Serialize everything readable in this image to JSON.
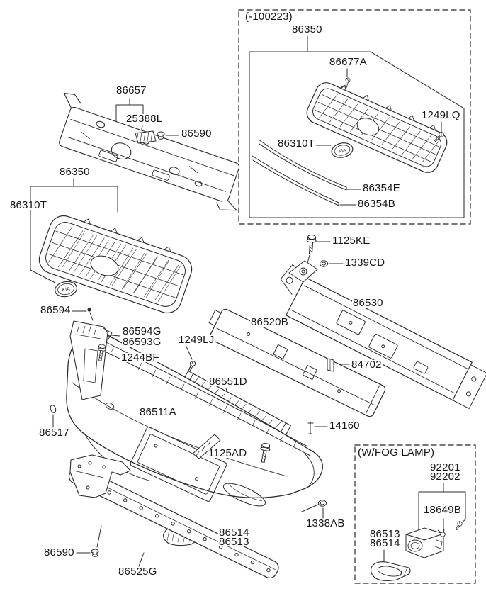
{
  "colors": {
    "line": "#2b2b2b",
    "label": "#161616",
    "dash": "#4a4a4a",
    "background": "#ffffff"
  },
  "emblem_text": "KIA",
  "main": {
    "labels": {
      "upper_cover": "86657",
      "sight_shield": "25388L",
      "clip_upper": "86590",
      "grille": "86350",
      "emblem": "86310T",
      "grille_screw": "86594",
      "stay_upper": "86594G",
      "stay_lower": "86593G",
      "stay_screw": "1244BF",
      "plug": "86517",
      "bumper_cover": "86511A",
      "absorber_screw": "1249LJ",
      "stiffener": "86551D",
      "absorber": "86520B",
      "beam_bolt": "1125KE",
      "beam_nut": "1339CD",
      "beam": "86530",
      "pad": "84702",
      "center_bolt": "14160",
      "lower_bolt": "1125AD",
      "side_nut": "1338AB",
      "fog_cover_a": "86514",
      "fog_cover_b": "86513",
      "clip_lower": "86590",
      "lower_strip": "86525G"
    }
  },
  "variant_box": {
    "title": "(-100223)",
    "labels": {
      "grille": "86350",
      "screw": "86677A",
      "side_screw": "1249LQ",
      "emblem": "86310T",
      "strip_upper": "86354E",
      "strip_lower": "86354B"
    }
  },
  "fog_box": {
    "title": "(W/FOG LAMP)",
    "labels": {
      "lamp_a": "92201",
      "lamp_b": "92202",
      "bulb": "18649B",
      "cover_a": "86513",
      "cover_b": "86514"
    }
  }
}
